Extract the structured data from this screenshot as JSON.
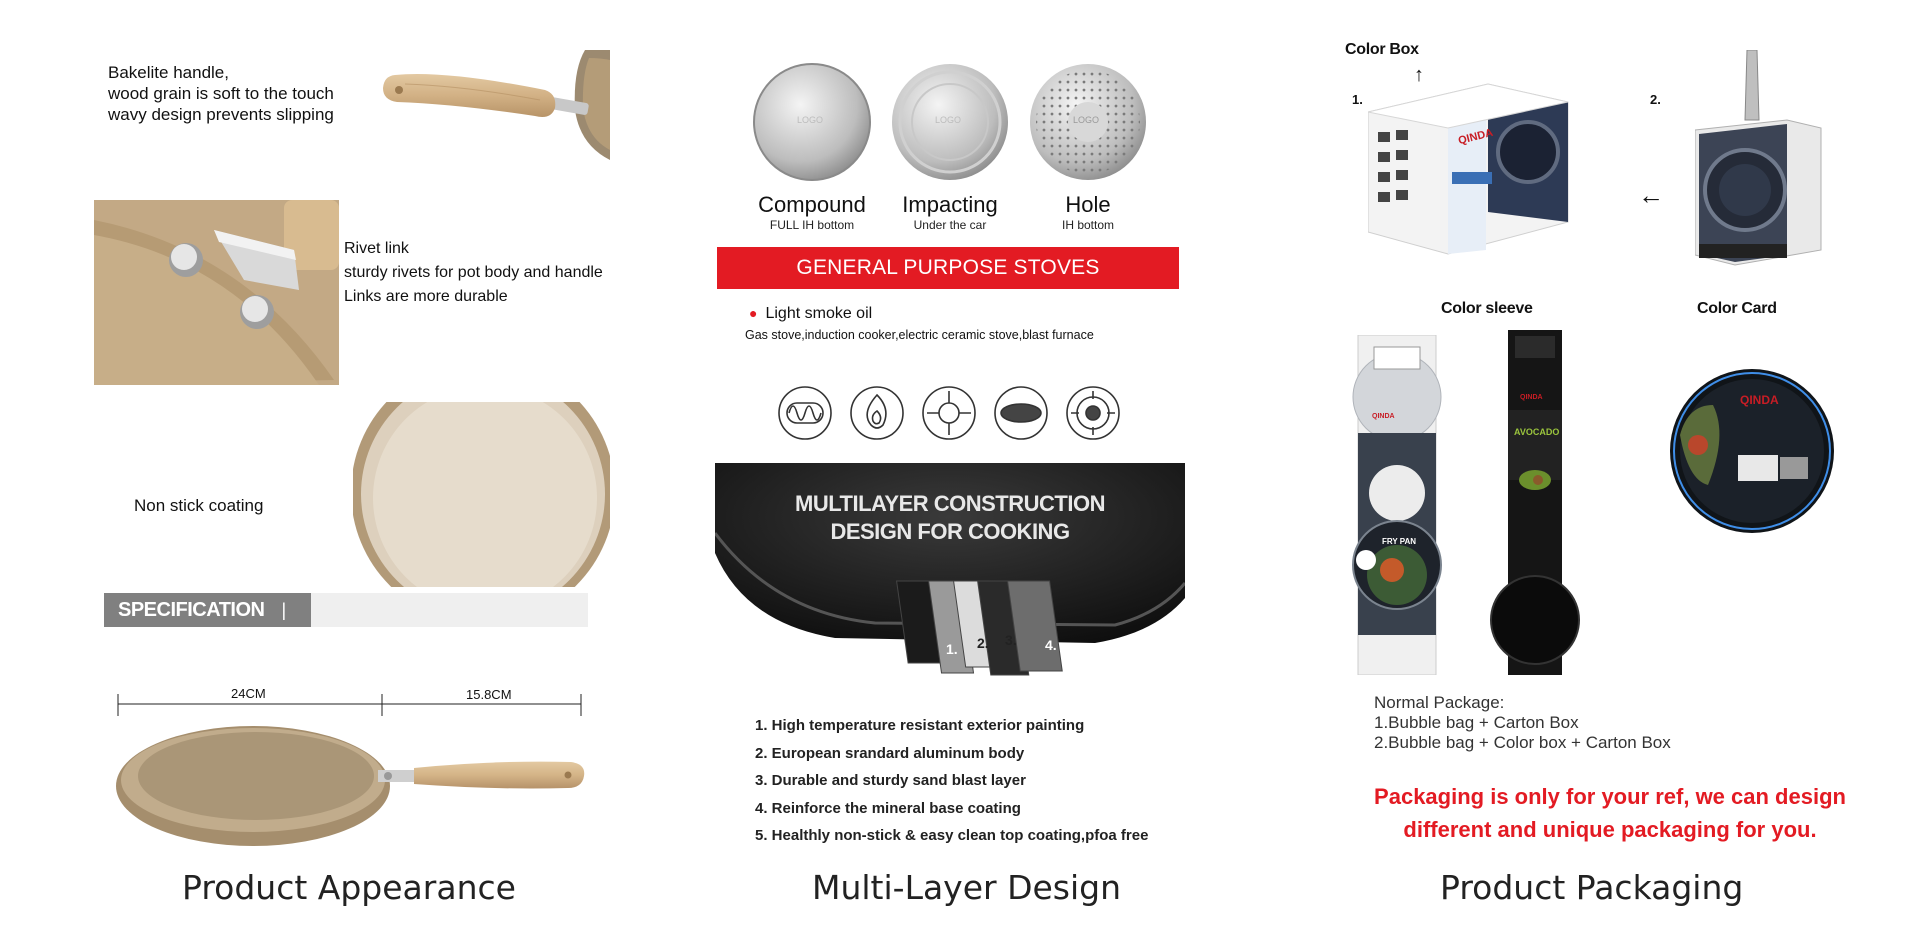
{
  "appearance": {
    "handle_text": [
      "Bakelite handle,",
      "wood grain is soft to the touch",
      "wavy design prevents slipping"
    ],
    "rivet_text": [
      "Rivet link",
      "sturdy rivets for pot body and handle",
      "Links are more durable"
    ],
    "coating_text": "Non stick coating",
    "spec_label": "SPECIFICATION",
    "spec_divider": "|",
    "dim_diameter": "24CM",
    "dim_handle": "15.8CM",
    "caption": "Product Appearance"
  },
  "multilayer": {
    "discs": [
      {
        "name": "Compound",
        "sub": "FULL IH bottom",
        "logo": "LOGO"
      },
      {
        "name": "Impacting",
        "sub": "Under the car",
        "logo": "LOGO"
      },
      {
        "name": "Hole",
        "sub": "IH bottom",
        "logo": "LOGO"
      }
    ],
    "banner": "GENERAL PURPOSE STOVES",
    "smoke_oil": "Light smoke oil",
    "stoves": "Gas stove,induction cooker,electric ceramic stove,blast furnace",
    "stove_icons": [
      "induction-coil-icon",
      "flame-icon",
      "gas-burner-icon",
      "ceramic-plate-icon",
      "ih-hob-icon"
    ],
    "headline_1": "MULTILAYER CONSTRUCTION",
    "headline_2": "DESIGN FOR COOKING",
    "layer_numbers": [
      "1.",
      "2.",
      "3.",
      "4.",
      "5."
    ],
    "layers": [
      "1. High temperature resistant exterior painting",
      "2. European srandard aluminum body",
      "3. Durable and sturdy sand blast layer",
      "4. Reinforce the mineral base coating",
      "5. Healthly non-stick & easy clean top coating,pfoa free"
    ],
    "caption": "Multi-Layer Design"
  },
  "packaging": {
    "color_box": "Color Box",
    "num_1": "1.",
    "num_2": "2.",
    "color_sleeve": "Color sleeve",
    "color_card": "Color Card",
    "brand": "QINDA",
    "sleeve_1": "FRY PAN",
    "sleeve_2": "AVOCADO",
    "normal_title": "Normal Package:",
    "normal_1": "1.Bubble bag + Carton Box",
    "normal_2": "2.Bubble bag + Color box + Carton Box",
    "note_1": "Packaging is only for your ref, we can design",
    "note_2": "different and unique packaging for you.",
    "caption": "Product Packaging"
  },
  "colors": {
    "accent_red": "#e31b23",
    "spec_grey": "#808080",
    "pan_tan": "#b9a27f",
    "wood": "#d6b890"
  }
}
